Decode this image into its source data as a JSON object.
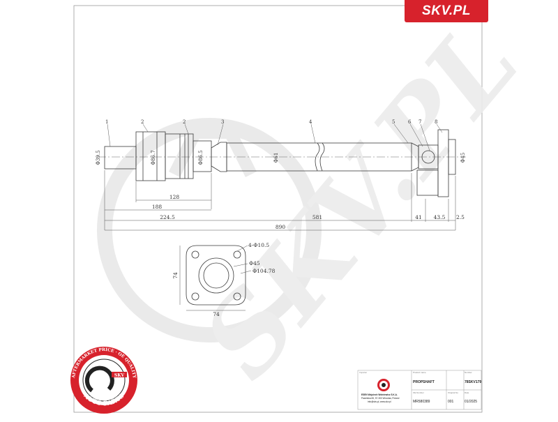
{
  "brand": {
    "logo_text": "SKV.PL",
    "badge_ring_text": "AFTERMARKET PRICE · OE QUALITY",
    "badge_bottom_text": "AUTO PARTS",
    "badge_center_text": "SKV"
  },
  "watermark": {
    "text": "SKV.PL",
    "color": "#e6e6e6"
  },
  "drawing": {
    "part_numbers": [
      "1",
      "2",
      "2",
      "3",
      "4",
      "5",
      "6",
      "7",
      "8"
    ],
    "diameters": {
      "d1": "Φ39.5",
      "d2": "Φ86.7",
      "d3": "Φ86.5",
      "d4": "Φ61",
      "d5": "Φ45"
    },
    "lengths": {
      "l128": "128",
      "l188": "188",
      "l224": "224.5",
      "l581": "581",
      "l41": "41",
      "l43": "43.5",
      "l2": "2.5",
      "total": "890"
    },
    "flange": {
      "holes": "4-Φ10.5",
      "inner": "Φ45",
      "pcd": "Φ104.78",
      "height": "74",
      "width": "74"
    }
  },
  "title_block": {
    "labels": {
      "importer": "Importer",
      "product_name": "Product name",
      "number": "Number",
      "oe_number": "OE Number",
      "original_no": "Original No",
      "date": "Date"
    },
    "importer_lines": [
      "ESEN Wojciech Wolniewicz S.K.A.",
      "Pawelska 65, 57-300 Wroclaw, Poland",
      "info@skv.pl, www.skv.pl"
    ],
    "product": "PROPSHAFT",
    "number": "78SKV179",
    "oe_number": "MR580389",
    "original_no": "001",
    "date": "01/2025"
  },
  "colors": {
    "brand_red": "#d7222c",
    "line": "#3a3a3a",
    "dim": "#555555"
  }
}
